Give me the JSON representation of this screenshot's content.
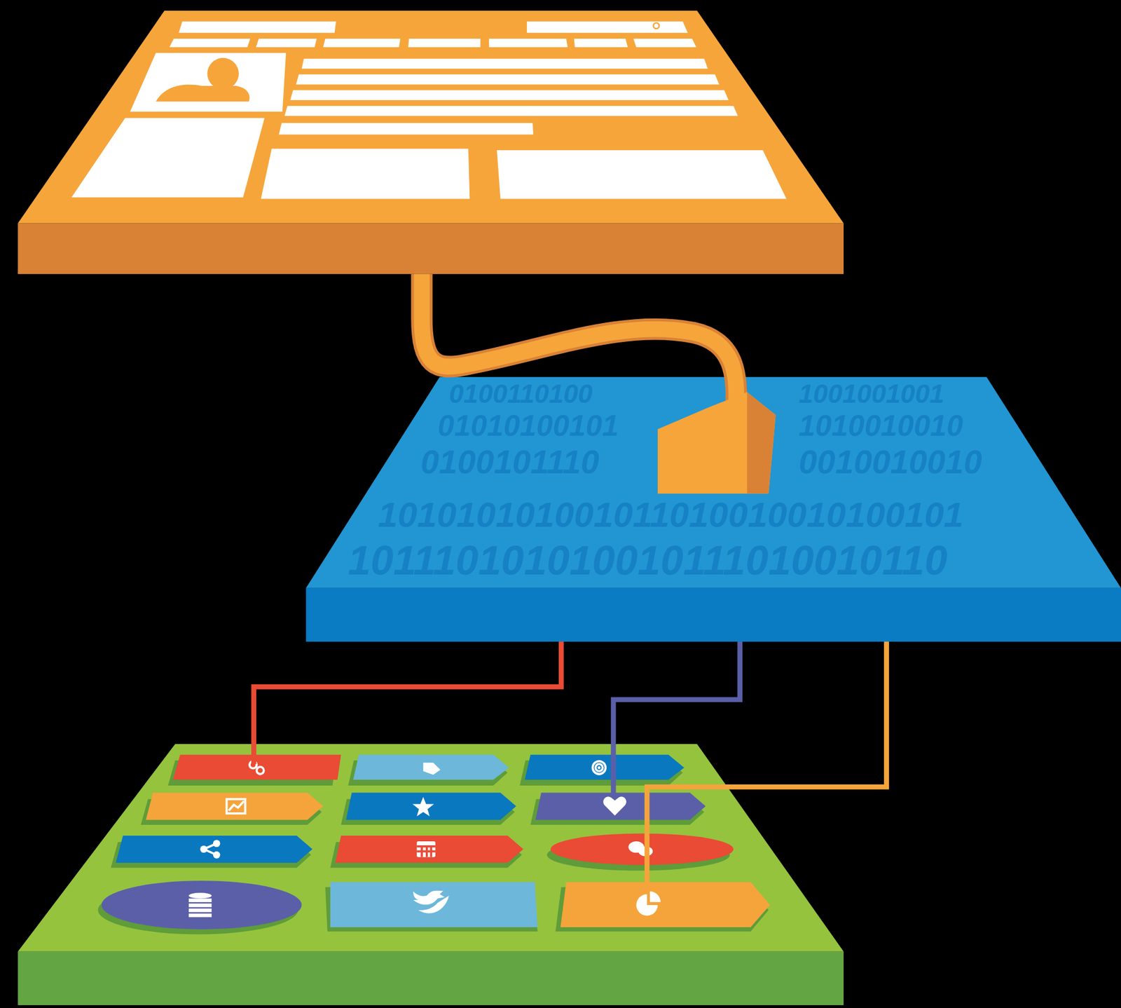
{
  "diagram": {
    "labels": [
      "0100110100",
      "1001001001",
      "01010100101",
      "1010010010",
      "0100101110",
      "0010010010",
      "101010101001011010010010100101",
      "101110101010010111010010110"
    ]
  }
}
